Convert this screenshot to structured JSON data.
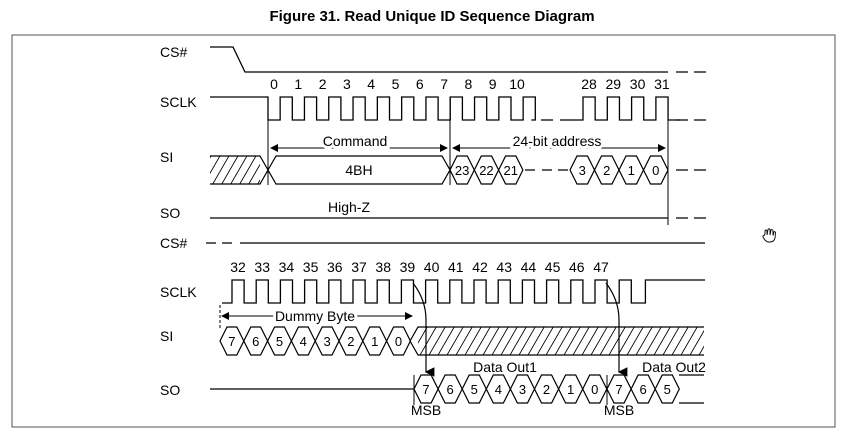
{
  "title": "Figure 31. Read Unique ID Sequence Diagram",
  "signals": {
    "cs": "CS#",
    "sclk": "SCLK",
    "si": "SI",
    "so": "SO"
  },
  "phase1": {
    "clock_numbers": [
      "0",
      "1",
      "2",
      "3",
      "4",
      "5",
      "6",
      "7",
      "8",
      "9",
      "10"
    ],
    "clock_numbers_end": [
      "28",
      "29",
      "30",
      "31"
    ],
    "command_label": "Command",
    "address_label": "24-bit address",
    "command_value": "4BH",
    "address_bits_high": [
      "23",
      "22",
      "21"
    ],
    "address_bits_low": [
      "3",
      "2",
      "1",
      "0"
    ],
    "so_state": "High-Z"
  },
  "phase2": {
    "clock_numbers": [
      "32",
      "33",
      "34",
      "35",
      "36",
      "37",
      "38",
      "39",
      "40",
      "41",
      "42",
      "43",
      "44",
      "45",
      "46",
      "47"
    ],
    "dummy_label": "Dummy Byte",
    "dummy_bits": [
      "7",
      "6",
      "5",
      "4",
      "3",
      "2",
      "1",
      "0"
    ],
    "data_out1_label": "Data Out1",
    "data_out1_bits": [
      "7",
      "6",
      "5",
      "4",
      "3",
      "2",
      "1",
      "0"
    ],
    "data_out2_label": "Data Out2",
    "data_out2_bits": [
      "7",
      "6",
      "5"
    ],
    "msb_label": "MSB"
  },
  "cursor_icon": "hand-cursor-icon"
}
